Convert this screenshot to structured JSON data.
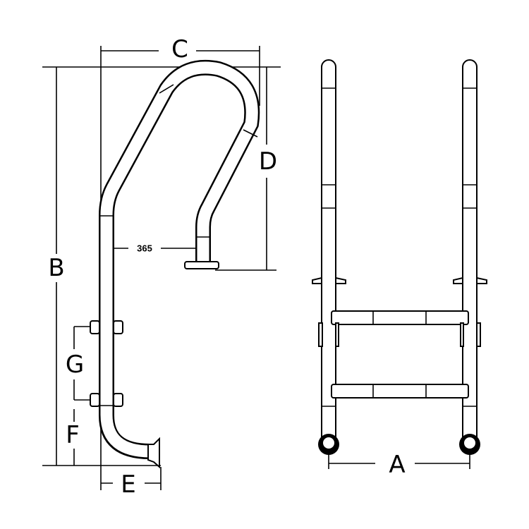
{
  "diagram": {
    "side_view": {
      "dimension_labels": {
        "B": "B",
        "C": "C",
        "D": "D",
        "E": "E",
        "F": "F",
        "G": "G"
      },
      "measurement": "365"
    },
    "front_view": {
      "dimension_labels": {
        "A": "A"
      }
    },
    "colors": {
      "line": "#000000",
      "background": "#ffffff"
    }
  }
}
